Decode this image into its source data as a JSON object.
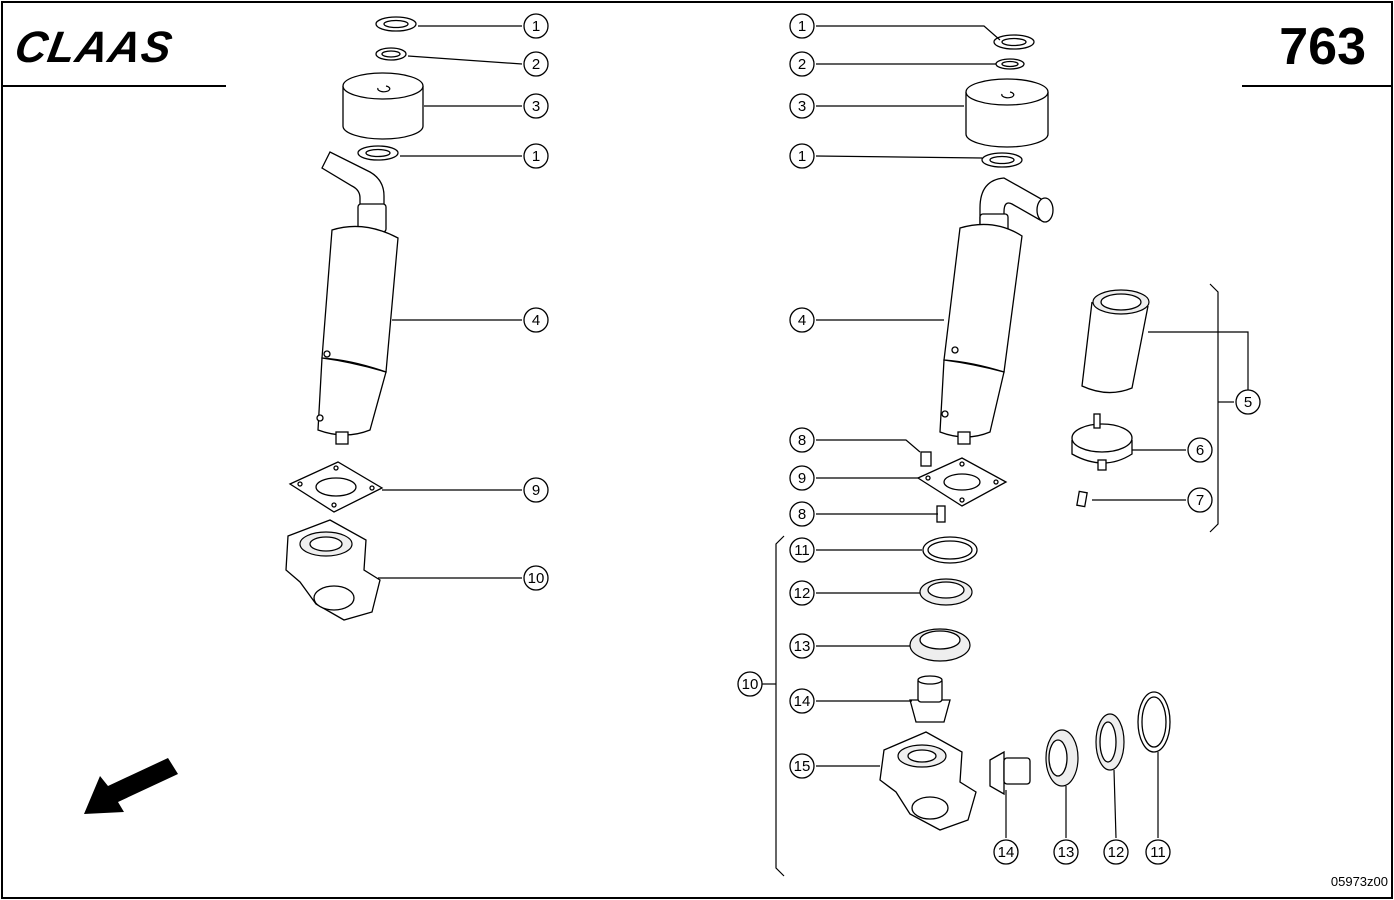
{
  "header": {
    "brand_logo": "CLAAS",
    "page_number": "763"
  },
  "footer": {
    "figure_code": "05973z00"
  },
  "callouts": {
    "c1": "1",
    "c2": "2",
    "c3": "3",
    "c4": "4",
    "c5": "5",
    "c6": "6",
    "c7": "7",
    "c8": "8",
    "c9": "9",
    "c10": "10",
    "c11": "11",
    "c12": "12",
    "c13": "13",
    "c14": "14",
    "c15": "15"
  },
  "icons": {
    "direction_arrow": "arrow-down-left-icon"
  }
}
